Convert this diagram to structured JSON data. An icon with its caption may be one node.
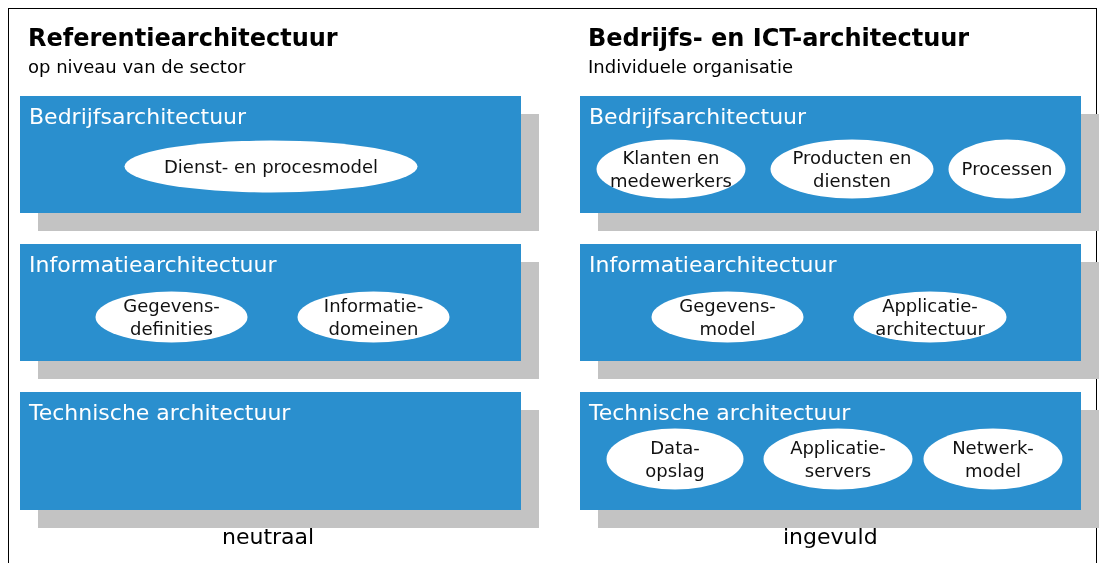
{
  "diagram": {
    "nodes": [
      {
        "text": [
          "Bedrijfsarchitectuur"
        ]
      },
      {
        "text": [
          "Dienst- en procesmodel"
        ],
        "in": 0
      },
      {
        "text": [
          "Informatiearchitectuur"
        ]
      },
      {
        "text": [
          "Gegevens-definities"
        ],
        "in": 2
      },
      {
        "text": [
          "Informatie-domeinen"
        ],
        "in": 2
      },
      {
        "text": [
          "Technische architectuur"
        ]
      },
      {
        "text": [
          "Bedrijfsarchitectuur"
        ]
      },
      {
        "text": [
          "Klanten en medewerkers"
        ],
        "in": 6
      },
      {
        "text": [
          "Producten en diensten"
        ],
        "in": 6
      },
      {
        "text": [
          "Processen"
        ],
        "in": 6
      },
      {
        "text": [
          "Informatiearchitectuur"
        ]
      },
      {
        "text": [
          "Gegevens-model"
        ],
        "in": 10
      },
      {
        "text": [
          "Applicatie-architectuur"
        ],
        "in": 10
      },
      {
        "text": [
          "Technische architectuur"
        ]
      },
      {
        "text": [
          "Data-opslag"
        ],
        "in": 13
      },
      {
        "text": [
          "Applicatie-servers"
        ],
        "in": 13
      },
      {
        "text": [
          "Netwerk-model"
        ],
        "in": 13
      }
    ],
    "labels": [
      "Referentiearchitectuur",
      "op niveau van de sector",
      "Bedrijfs- en ICT-architectuur",
      "Individuele organisatie",
      "neutraal",
      "ingevuld"
    ]
  }
}
